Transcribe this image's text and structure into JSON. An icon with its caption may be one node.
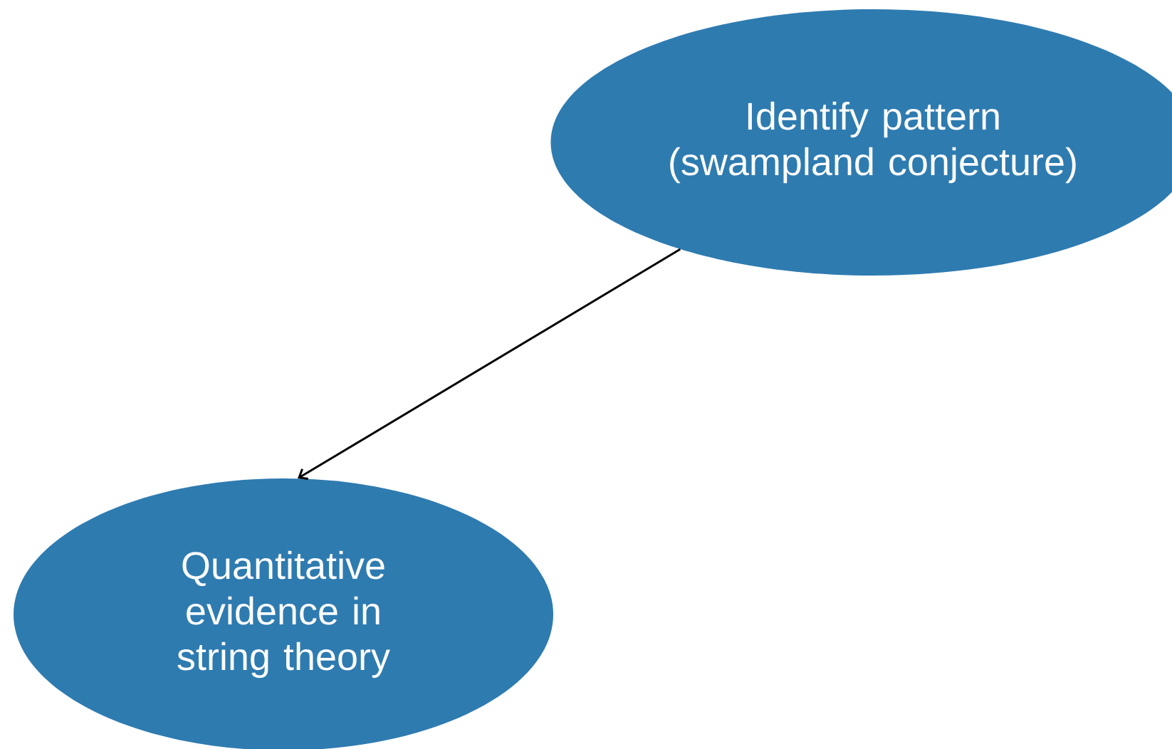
{
  "diagram": {
    "nodes": [
      {
        "text": [
          "Identify pattern (swampland conjecture)"
        ]
      },
      {
        "text": [
          "Quantitative evidence in string theory"
        ]
      }
    ],
    "edges": [
      {
        "from": 0,
        "to": 1,
        "arrow": "to"
      }
    ]
  }
}
